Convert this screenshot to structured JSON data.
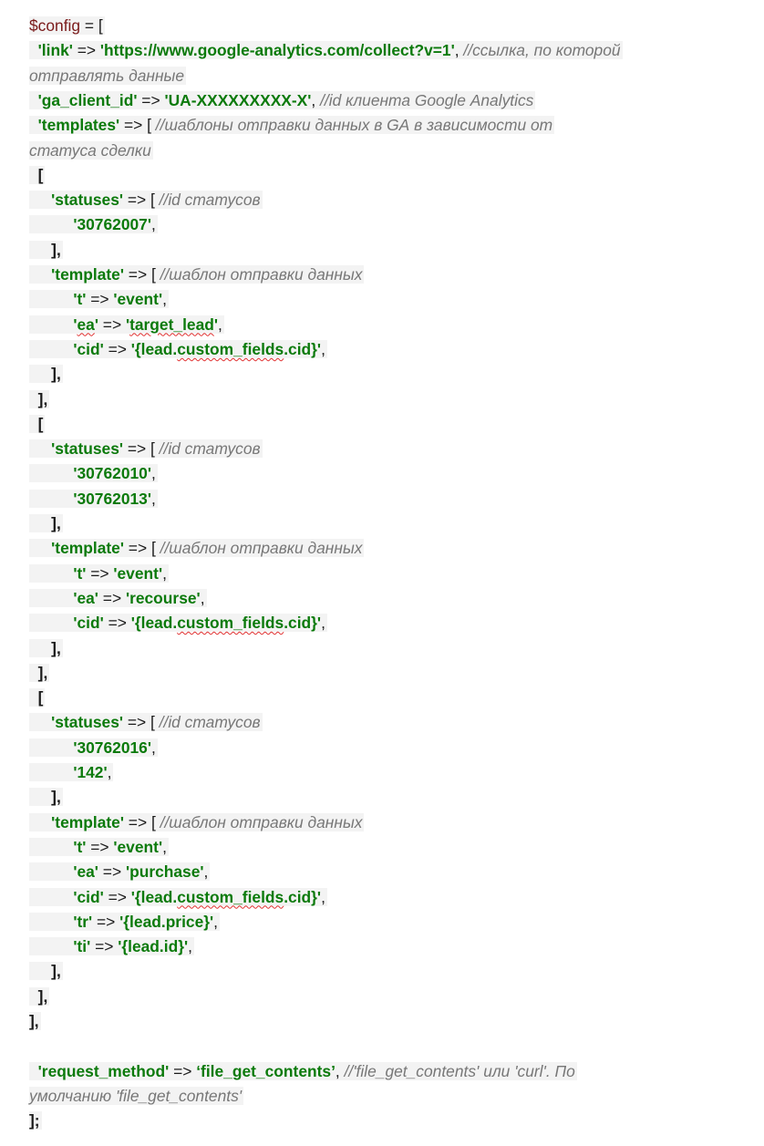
{
  "colors": {
    "string": "#0b7a0b",
    "variable": "#7a1a1a",
    "comment": "#777777",
    "highlight": "#f3f3f3",
    "spellcheck": "#e03030"
  },
  "lines": [
    [
      {
        "t": "$config",
        "c": "v"
      },
      {
        "t": " = [",
        "c": "op"
      }
    ],
    [
      {
        "t": "  "
      },
      {
        "t": "'link'",
        "c": "s"
      },
      {
        "t": " => ",
        "c": "op"
      },
      {
        "t": "'https://www.google-analytics.com/collect?v=1'",
        "c": "s"
      },
      {
        "t": ", ",
        "c": "op"
      },
      {
        "t": "//ссылка, по которой",
        "c": "c"
      }
    ],
    [
      {
        "t": "отправлять данные",
        "c": "c"
      }
    ],
    [
      {
        "t": "  "
      },
      {
        "t": "'ga_client_id'",
        "c": "s"
      },
      {
        "t": " => ",
        "c": "op"
      },
      {
        "t": "'UA-XXXXXXXXX-X'",
        "c": "s"
      },
      {
        "t": ", ",
        "c": "op"
      },
      {
        "t": "//id клиента Google Analytics",
        "c": "c"
      }
    ],
    [
      {
        "t": "  "
      },
      {
        "t": "'templates'",
        "c": "s"
      },
      {
        "t": " => [ ",
        "c": "op"
      },
      {
        "t": "//шаблоны отправки данных в GA в зависимости от",
        "c": "c"
      }
    ],
    [
      {
        "t": "статуса сделки",
        "c": "c"
      }
    ],
    [
      {
        "t": "  "
      },
      {
        "t": "[",
        "c": "br"
      }
    ],
    [
      {
        "t": "     "
      },
      {
        "t": "'statuses'",
        "c": "s"
      },
      {
        "t": " => [ ",
        "c": "op"
      },
      {
        "t": "//id статусов",
        "c": "c"
      }
    ],
    [
      {
        "t": "          "
      },
      {
        "t": "'30762007'",
        "c": "s"
      },
      {
        "t": ",",
        "c": "op"
      }
    ],
    [
      {
        "t": "     "
      },
      {
        "t": "],",
        "c": "br"
      }
    ],
    [
      {
        "t": "     "
      },
      {
        "t": "'template'",
        "c": "s"
      },
      {
        "t": " => [ ",
        "c": "op"
      },
      {
        "t": "//шаблон отправки данных",
        "c": "c"
      }
    ],
    [
      {
        "t": "          "
      },
      {
        "t": "'t'",
        "c": "s"
      },
      {
        "t": " => ",
        "c": "op"
      },
      {
        "t": "'event'",
        "c": "s"
      },
      {
        "t": ",",
        "c": "op"
      }
    ],
    [
      {
        "t": "          "
      },
      {
        "t": "'",
        "c": "s"
      },
      {
        "t": "ea",
        "c": "s sq"
      },
      {
        "t": "'",
        "c": "s"
      },
      {
        "t": " => ",
        "c": "op"
      },
      {
        "t": "'",
        "c": "s"
      },
      {
        "t": "target_lead",
        "c": "s sq"
      },
      {
        "t": "'",
        "c": "s"
      },
      {
        "t": ",",
        "c": "op"
      }
    ],
    [
      {
        "t": "          "
      },
      {
        "t": "'cid'",
        "c": "s"
      },
      {
        "t": " => ",
        "c": "op"
      },
      {
        "t": "'{lead.",
        "c": "s"
      },
      {
        "t": "custom_fields",
        "c": "s sq"
      },
      {
        "t": ".cid}'",
        "c": "s"
      },
      {
        "t": ",",
        "c": "op"
      }
    ],
    [
      {
        "t": "     "
      },
      {
        "t": "],",
        "c": "br"
      }
    ],
    [
      {
        "t": "  "
      },
      {
        "t": "],",
        "c": "br"
      }
    ],
    [
      {
        "t": "  "
      },
      {
        "t": "[",
        "c": "br"
      }
    ],
    [
      {
        "t": "     "
      },
      {
        "t": "'statuses'",
        "c": "s"
      },
      {
        "t": " => [ ",
        "c": "op"
      },
      {
        "t": "//id статусов",
        "c": "c"
      }
    ],
    [
      {
        "t": "          "
      },
      {
        "t": "'30762010'",
        "c": "s"
      },
      {
        "t": ",",
        "c": "op"
      }
    ],
    [
      {
        "t": "          "
      },
      {
        "t": "'30762013'",
        "c": "s"
      },
      {
        "t": ",",
        "c": "op"
      }
    ],
    [
      {
        "t": "     "
      },
      {
        "t": "],",
        "c": "br"
      }
    ],
    [
      {
        "t": "     "
      },
      {
        "t": "'template'",
        "c": "s"
      },
      {
        "t": " => [ ",
        "c": "op"
      },
      {
        "t": "//шаблон отправки данных",
        "c": "c"
      }
    ],
    [
      {
        "t": "          "
      },
      {
        "t": "'t'",
        "c": "s"
      },
      {
        "t": " => ",
        "c": "op"
      },
      {
        "t": "'event'",
        "c": "s"
      },
      {
        "t": ",",
        "c": "op"
      }
    ],
    [
      {
        "t": "          "
      },
      {
        "t": "'ea'",
        "c": "s"
      },
      {
        "t": " => ",
        "c": "op"
      },
      {
        "t": "'recourse'",
        "c": "s"
      },
      {
        "t": ",",
        "c": "op"
      }
    ],
    [
      {
        "t": "          "
      },
      {
        "t": "'cid'",
        "c": "s"
      },
      {
        "t": " => ",
        "c": "op"
      },
      {
        "t": "'{lead.",
        "c": "s"
      },
      {
        "t": "custom_fields",
        "c": "s sq"
      },
      {
        "t": ".cid}'",
        "c": "s"
      },
      {
        "t": ",",
        "c": "op"
      }
    ],
    [
      {
        "t": "     "
      },
      {
        "t": "],",
        "c": "br"
      }
    ],
    [
      {
        "t": "  "
      },
      {
        "t": "],",
        "c": "br"
      }
    ],
    [
      {
        "t": "  "
      },
      {
        "t": "[",
        "c": "br"
      }
    ],
    [
      {
        "t": "     "
      },
      {
        "t": "'statuses'",
        "c": "s"
      },
      {
        "t": " => [ ",
        "c": "op"
      },
      {
        "t": "//id статусов",
        "c": "c"
      }
    ],
    [
      {
        "t": "          "
      },
      {
        "t": "'30762016'",
        "c": "s"
      },
      {
        "t": ",",
        "c": "op"
      }
    ],
    [
      {
        "t": "          "
      },
      {
        "t": "'142'",
        "c": "s"
      },
      {
        "t": ",",
        "c": "op"
      }
    ],
    [
      {
        "t": "     "
      },
      {
        "t": "],",
        "c": "br"
      }
    ],
    [
      {
        "t": "     "
      },
      {
        "t": "'template'",
        "c": "s"
      },
      {
        "t": " => [ ",
        "c": "op"
      },
      {
        "t": "//шаблон отправки данных",
        "c": "c"
      }
    ],
    [
      {
        "t": "          "
      },
      {
        "t": "'t'",
        "c": "s"
      },
      {
        "t": " => ",
        "c": "op"
      },
      {
        "t": "'event'",
        "c": "s"
      },
      {
        "t": ",",
        "c": "op"
      }
    ],
    [
      {
        "t": "          "
      },
      {
        "t": "'ea'",
        "c": "s"
      },
      {
        "t": " => ",
        "c": "op"
      },
      {
        "t": "'purchase'",
        "c": "s"
      },
      {
        "t": ",",
        "c": "op"
      }
    ],
    [
      {
        "t": "          "
      },
      {
        "t": "'cid'",
        "c": "s"
      },
      {
        "t": " => ",
        "c": "op"
      },
      {
        "t": "'{lead.",
        "c": "s"
      },
      {
        "t": "custom_fields",
        "c": "s sq"
      },
      {
        "t": ".cid}'",
        "c": "s"
      },
      {
        "t": ",",
        "c": "op"
      }
    ],
    [
      {
        "t": "          "
      },
      {
        "t": "'tr'",
        "c": "s"
      },
      {
        "t": " => ",
        "c": "op"
      },
      {
        "t": "'{lead.price}'",
        "c": "s"
      },
      {
        "t": ",",
        "c": "op"
      }
    ],
    [
      {
        "t": "          "
      },
      {
        "t": "'ti'",
        "c": "s"
      },
      {
        "t": " => ",
        "c": "op"
      },
      {
        "t": "'{lead.id}'",
        "c": "s"
      },
      {
        "t": ",",
        "c": "op"
      }
    ],
    [
      {
        "t": "     "
      },
      {
        "t": "],",
        "c": "br"
      }
    ],
    [
      {
        "t": "  "
      },
      {
        "t": "],",
        "c": "br"
      }
    ],
    [
      {
        "t": "],",
        "c": "br"
      }
    ],
    [],
    [
      {
        "t": "  "
      },
      {
        "t": "'request_method'",
        "c": "s"
      },
      {
        "t": " => ",
        "c": "op"
      },
      {
        "t": "‘file_get_contents’",
        "c": "s"
      },
      {
        "t": ", ",
        "c": "op"
      },
      {
        "t": "//'file_get_contents' или 'curl'. По",
        "c": "c"
      }
    ],
    [
      {
        "t": "умолчанию 'file_get_contents'",
        "c": "c"
      }
    ],
    [
      {
        "t": "];",
        "c": "br"
      }
    ]
  ]
}
